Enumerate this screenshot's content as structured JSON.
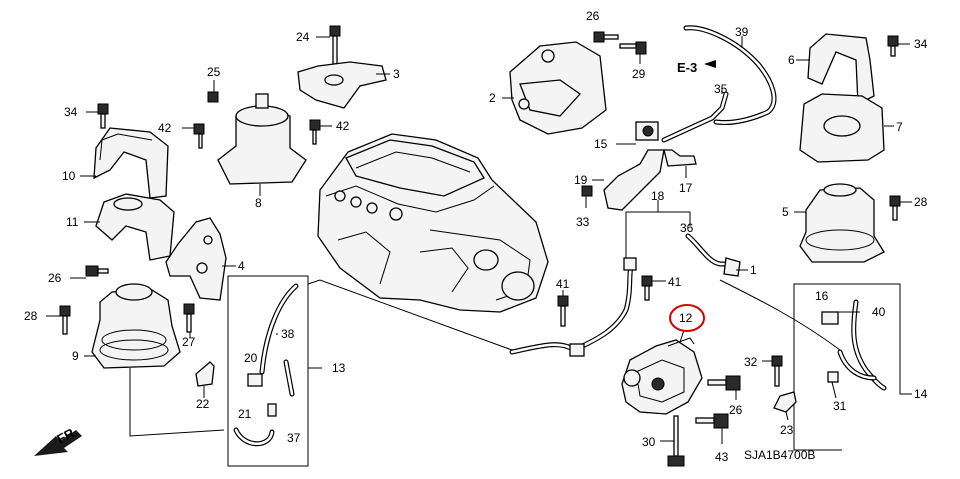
{
  "diagram": {
    "callouts": [
      "24",
      "3",
      "25",
      "42",
      "42",
      "34",
      "8",
      "10",
      "11",
      "4",
      "26",
      "28",
      "27",
      "9",
      "22",
      "20",
      "21",
      "38",
      "13",
      "37",
      "26",
      "29",
      "39",
      "2",
      "E-3",
      "35",
      "15",
      "19",
      "17",
      "18",
      "33",
      "36",
      "1",
      "41",
      "41",
      "12",
      "32",
      "26",
      "30",
      "43",
      "23",
      "16",
      "40",
      "31",
      "14",
      "6",
      "34",
      "7",
      "5",
      "28"
    ],
    "front_indicator": "FR.",
    "code": "SJA1B4700B",
    "highlight_callout": "12"
  }
}
